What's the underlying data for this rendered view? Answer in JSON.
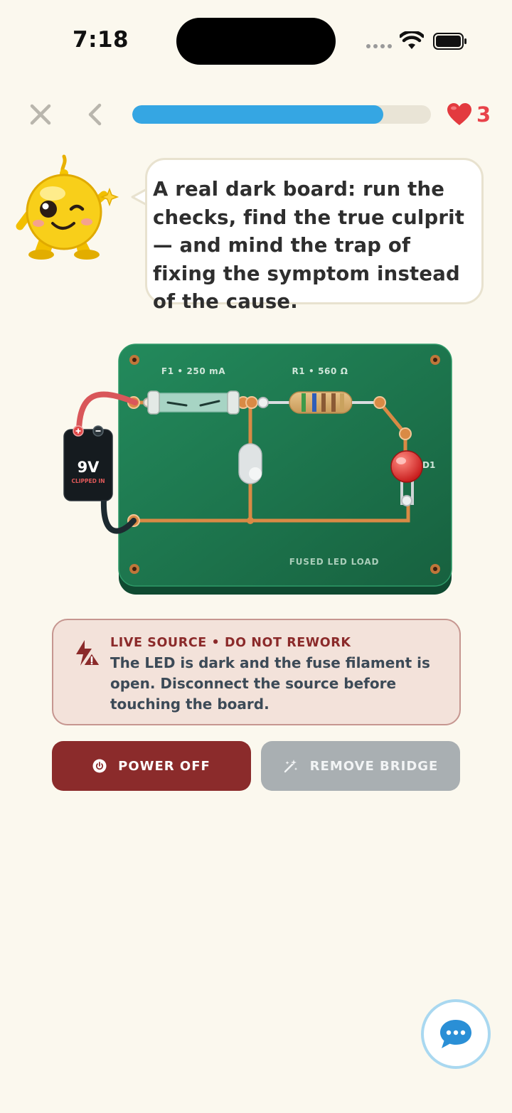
{
  "status_bar": {
    "time": "7:18"
  },
  "header": {
    "progress_percent": 84,
    "lives": "3"
  },
  "mascot": {
    "speech": "A real dark board: run the checks, find the true culprit — and mind the trap of fixing the symptom instead of the cause."
  },
  "board": {
    "fuse_label": "F1 • 250 mA",
    "resistor_label": "R1 • 560 Ω",
    "led_label": "D1",
    "board_title": "FUSED LED LOAD",
    "battery_voltage": "9V",
    "battery_status": "CLIPPED IN"
  },
  "alert": {
    "title": "LIVE SOURCE • DO NOT REWORK",
    "body": "The LED is dark and the fuse filament is open. Disconnect the source before touching the board."
  },
  "actions": {
    "power_off": "POWER OFF",
    "remove_bridge": "REMOVE BRIDGE"
  },
  "colors": {
    "accent_blue": "#35a6e3",
    "danger_red": "#8b2b2b",
    "board_green": "#1f7a52",
    "heart_red": "#e8434a"
  }
}
